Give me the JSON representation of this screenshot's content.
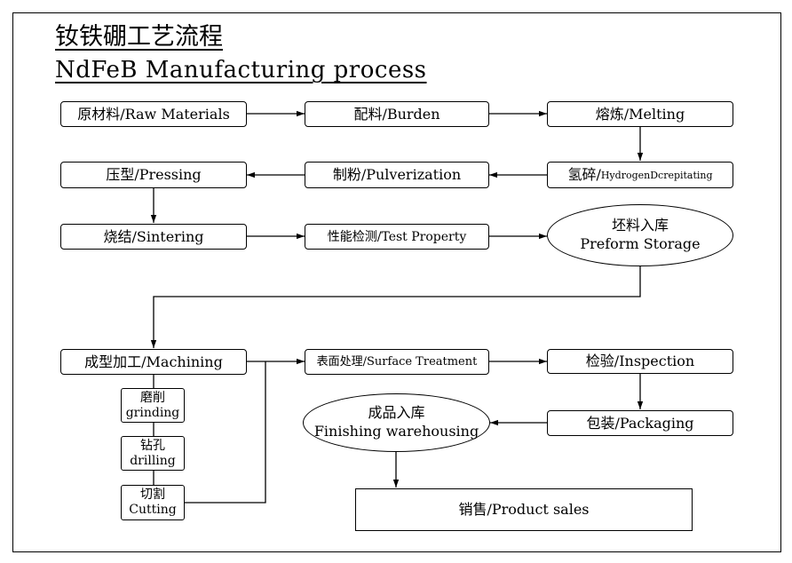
{
  "title": {
    "cn": "钕铁硼工艺流程",
    "en": "NdFeB Manufacturing process"
  },
  "nodes": {
    "raw_materials": "原材料/Raw Materials",
    "burden": "配料/Burden",
    "melting": "熔炼/Melting",
    "hydrogen_cn": "氢碎/",
    "hydrogen_en": "HydrogenDcrepitating",
    "pulverization": "制粉/Pulverization",
    "pressing": "压型/Pressing",
    "sintering": "烧结/Sintering",
    "test_property": "性能检测/Test Property",
    "preform_cn": "坯料入库",
    "preform_en": "Preform Storage",
    "machining": "成型加工/Machining",
    "surface": "表面处理/Surface Treatment",
    "inspection": "检验/Inspection",
    "grinding_cn": "磨削",
    "grinding_en": "grinding",
    "drilling_cn": "钻孔",
    "drilling_en": "drilling",
    "cutting_cn": "切割",
    "cutting_en": "Cutting",
    "finishing_cn": "成品入库",
    "finishing_en": "Finishing warehousing",
    "packaging": "包装/Packaging",
    "sales": "销售/Product sales"
  }
}
